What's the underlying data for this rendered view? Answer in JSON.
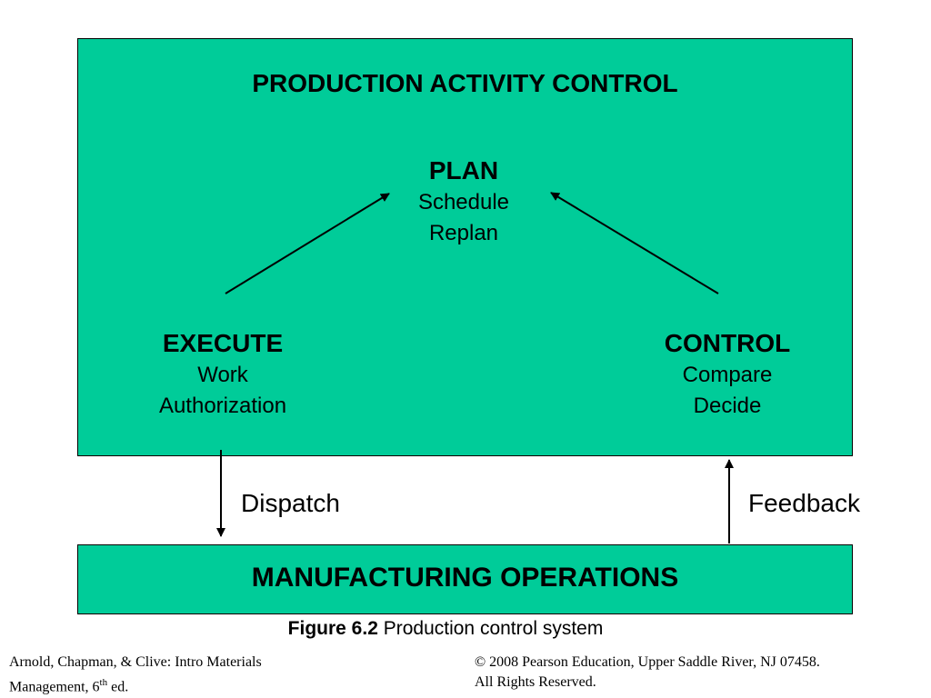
{
  "colors": {
    "box_fill": "#00cc99",
    "line": "#000000"
  },
  "pac": {
    "title": "PRODUCTION ACTIVITY CONTROL",
    "plan": {
      "head": "PLAN",
      "line1": "Schedule",
      "line2": "Replan"
    },
    "execute": {
      "head": "EXECUTE",
      "line1": "Work",
      "line2": "Authorization"
    },
    "control": {
      "head": "CONTROL",
      "line1": "Compare",
      "line2": "Decide"
    }
  },
  "flows": {
    "dispatch": "Dispatch",
    "feedback": "Feedback"
  },
  "manufacturing": {
    "title": "MANUFACTURING OPERATIONS"
  },
  "caption": {
    "number": "Figure 6.2",
    "text": "Production control system"
  },
  "footer": {
    "left_line1": "Arnold, Chapman, & Clive: Intro Materials",
    "left_line2_pre": "Management, 6",
    "left_line2_sup": "th",
    "left_line2_post": " ed.",
    "right_line1": "© 2008 Pearson Education, Upper Saddle River, NJ 07458.",
    "right_line2": "All Rights Reserved."
  }
}
